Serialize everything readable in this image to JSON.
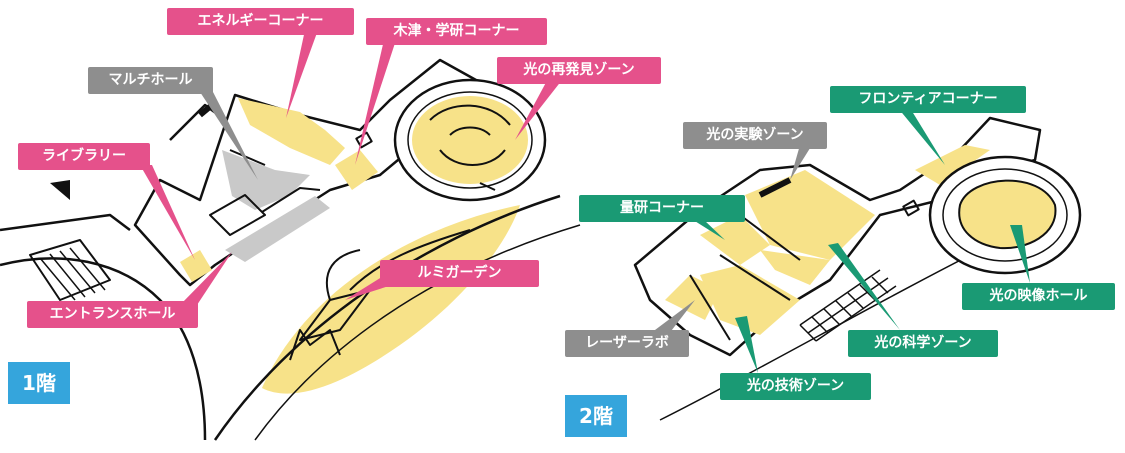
{
  "colors": {
    "zone_fill": "#f7e289",
    "outline": "#111111",
    "inactive_fill": "#c9c9c9",
    "label_pink": "#e5518b",
    "label_gray": "#8e8e8e",
    "label_green": "#1a9a74",
    "floor_badge": "#35a5dc"
  },
  "floors": [
    {
      "name": "1階",
      "labels": [
        {
          "id": "energy",
          "text": "エネルギーコーナー",
          "style": "pink"
        },
        {
          "id": "kizu",
          "text": "木津・学研コーナー",
          "style": "pink"
        },
        {
          "id": "rediscovery",
          "text": "光の再発見ゾーン",
          "style": "pink"
        },
        {
          "id": "multihall",
          "text": "マルチホール",
          "style": "gray"
        },
        {
          "id": "library",
          "text": "ライブラリー",
          "style": "pink"
        },
        {
          "id": "lumigarden",
          "text": "ルミガーデン",
          "style": "pink"
        },
        {
          "id": "entrance",
          "text": "エントランスホール",
          "style": "pink"
        }
      ]
    },
    {
      "name": "2階",
      "labels": [
        {
          "id": "frontier",
          "text": "フロンティアコーナー",
          "style": "green"
        },
        {
          "id": "experiment",
          "text": "光の実験ゾーン",
          "style": "gray"
        },
        {
          "id": "ryoken",
          "text": "量研コーナー",
          "style": "green"
        },
        {
          "id": "video",
          "text": "光の映像ホール",
          "style": "green"
        },
        {
          "id": "laser",
          "text": "レーザーラボ",
          "style": "gray"
        },
        {
          "id": "science",
          "text": "光の科学ゾーン",
          "style": "green"
        },
        {
          "id": "technology",
          "text": "光の技術ゾーン",
          "style": "green"
        }
      ]
    }
  ]
}
